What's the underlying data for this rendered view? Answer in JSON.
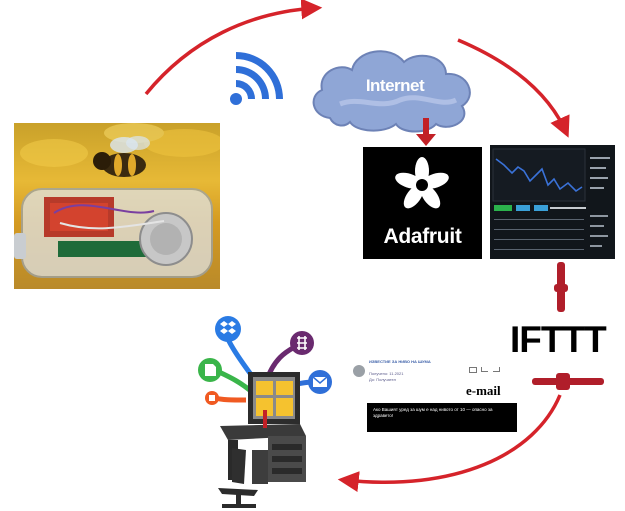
{
  "cloud": {
    "label": "Internet"
  },
  "adafruit": {
    "label": "Adafruit"
  },
  "ifttt": {
    "label": "IFTTT"
  },
  "email": {
    "label": "e-mail",
    "header": "ИЗВЕСТИЕ ЗА НИВО НА ШУМА",
    "meta_1": "Получено: 11.2021",
    "meta_2": "До: Получател",
    "message": "Ако Вашият уред за шум е над нивото от 10 — опасно за здравето!"
  },
  "colors": {
    "arrow_red": "#d5232a",
    "wifi_blue": "#2f6fd8",
    "cloud_blue": "#8fa6d6",
    "dropbox": "#2a7be4",
    "slack": "#6a2a6f",
    "gmail": "#2f6fd8",
    "evernote": "#3ab54a",
    "blogger": "#f05a22"
  },
  "icons": [
    "wifi-icon",
    "cloud-icon",
    "adafruit-star-icon",
    "dropbox-icon",
    "slack-icon",
    "gmail-icon",
    "evernote-icon",
    "blogger-icon",
    "workstation-icon"
  ]
}
